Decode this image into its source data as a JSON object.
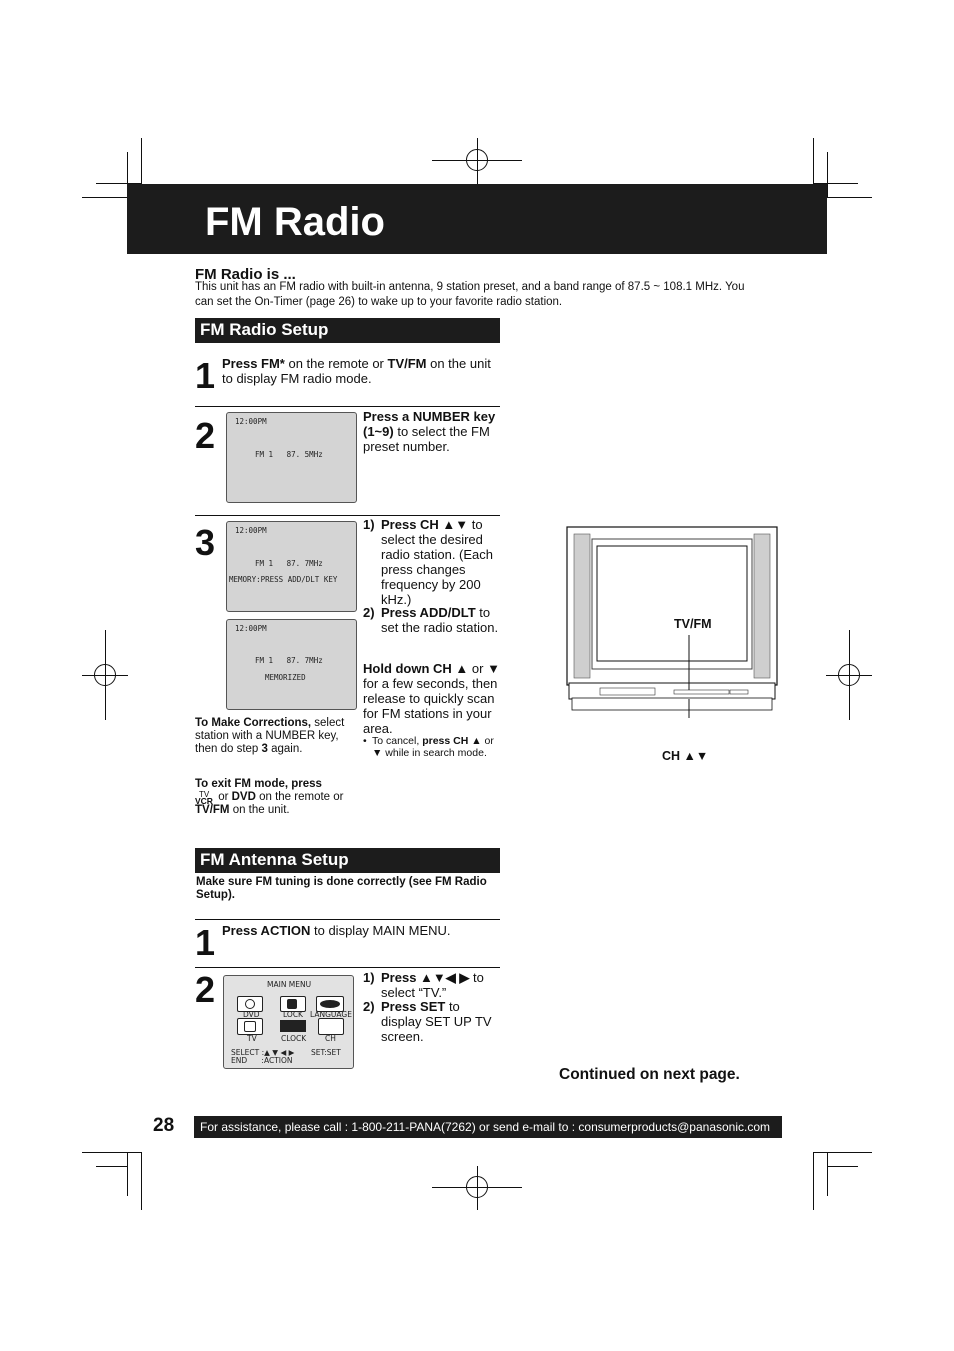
{
  "header": {
    "title": "FM Radio"
  },
  "intro": {
    "heading": "FM Radio is ...",
    "body": "This unit has an FM radio with built-in antenna, 9 station preset, and a band range of 87.5 ~ 108.1 MHz. You can set the On-Timer (page 26) to wake up to your favorite radio station."
  },
  "setup": {
    "heading": "FM Radio Setup",
    "step1": {
      "num": "1",
      "b1": "Press FM*",
      "t1": " on the remote or ",
      "b2": "TV/FM",
      "t2": " on the unit to display FM radio mode."
    },
    "step2": {
      "num": "2",
      "b1": "Press a NUMBER key (1~9)",
      "t1": " to select the FM preset number.",
      "screen": {
        "time": "12:00PM",
        "freq": "FM 1   87. 5MHz"
      }
    },
    "step3": {
      "num": "3",
      "i1_num": "1)",
      "i1_b": "Press CH ▲▼",
      "i1_t": " to select the desired radio station. (Each press changes frequency by 200 kHz.)",
      "i2_num": "2)",
      "i2_b": "Press ADD/DLT",
      "i2_t": " to set the radio station.",
      "hold_b": "Hold down CH ▲",
      "hold_t1": " or ",
      "hold_b2": "▼",
      "hold_t2": " for a few seconds, then release to quickly scan for FM stations in your area.",
      "cancel_t1": "To cancel, ",
      "cancel_b": "press CH",
      "cancel_t2": "▲ or ▼ while in search mode.",
      "screen_a": {
        "time": "12:00PM",
        "freq": "FM 1   87. 7MHz",
        "msg": "MEMORY:PRESS ADD/DLT KEY"
      },
      "screen_b": {
        "time": "12:00PM",
        "freq": "FM 1   87. 7MHz",
        "msg": "MEMORIZED"
      }
    },
    "corrections": {
      "b": "To Make Corrections,",
      "t1": " select station with a NUMBER key, then do step ",
      "b2": "3",
      "t2": " again."
    },
    "exit": {
      "b": "To exit FM mode, press",
      "tv": "TV",
      "vcr": "VCR",
      "t1": " or ",
      "b2": "DVD",
      "t2": " on the remote or ",
      "b3": "TV/FM",
      "t3": " on the unit."
    }
  },
  "tv_diagram": {
    "tvfm_label": "TV/FM",
    "ch_label": "CH ▲▼"
  },
  "antenna": {
    "heading": "FM Antenna Setup",
    "note": "Make sure FM tuning is done correctly (see FM Radio Setup).",
    "step1": {
      "num": "1",
      "b": "Press ACTION",
      "t": " to display MAIN MENU."
    },
    "step2": {
      "num": "2",
      "i1_num": "1)",
      "i1_b": "Press ▲▼◀ ▶",
      "i1_t": " to select “TV.”",
      "i2_num": "2)",
      "i2_b": "Press SET",
      "i2_t": " to display SET UP TV screen.",
      "menu": {
        "title": "MAIN MENU",
        "dvd": "DVD",
        "lock": "LOCK",
        "language": "LANGUAGE",
        "tv": "TV",
        "clock": "CLOCK",
        "ch": "CH",
        "select": "SELECT :▲ ▼ ◀ ▶",
        "set": "SET:SET",
        "end": "END      :ACTION"
      }
    }
  },
  "continued": "Continued on next page.",
  "footer": {
    "page_number": "28",
    "assist": "For assistance, please call : 1-800-211-PANA(7262) or send e-mail to : consumerproducts@panasonic.com"
  }
}
